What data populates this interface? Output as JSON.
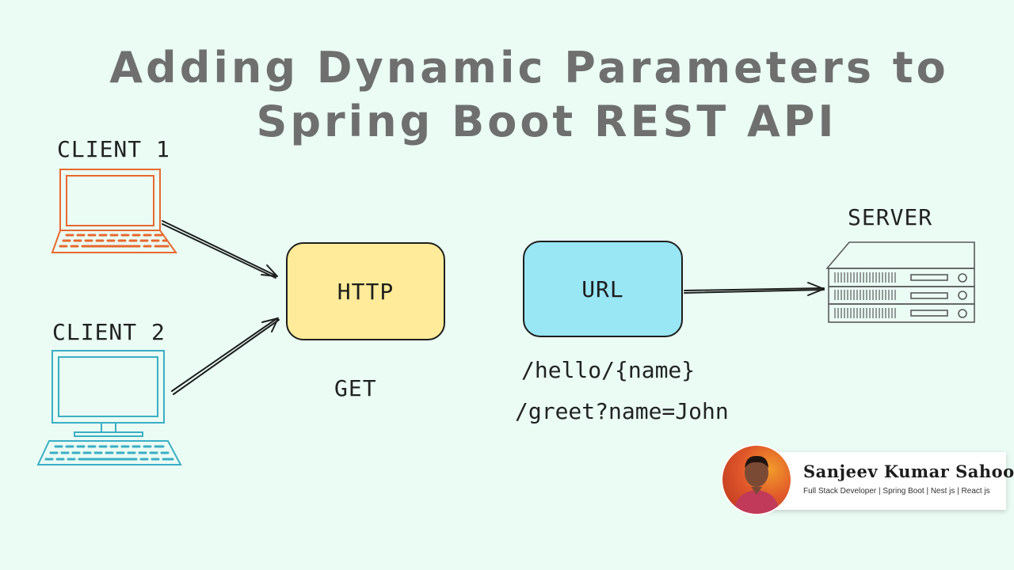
{
  "title": {
    "line1": "Adding Dynamic Parameters to",
    "line2": "Spring Boot REST API"
  },
  "nodes": {
    "client1": "CLIENT 1",
    "client2": "CLIENT 2",
    "http": "HTTP",
    "url": "URL",
    "server": "SERVER"
  },
  "annotations": {
    "method": "GET",
    "path_variable": "/hello/{name}",
    "query_param": "/greet?name=John"
  },
  "author": {
    "name": "Sanjeev Kumar Sahoo",
    "tagline": "Full Stack Developer | Spring Boot | Nest js | React js"
  },
  "colors": {
    "background": "#eafcf4",
    "title": "#6f6f6f",
    "client1": "#e8692f",
    "client2": "#3aaec6",
    "http_fill": "#ffeb99",
    "url_fill": "#99e6f5",
    "server": "#5a5a5a"
  },
  "icons": {
    "client1": "laptop-icon",
    "client2": "desktop-monitor-icon",
    "server": "server-rack-icon"
  }
}
